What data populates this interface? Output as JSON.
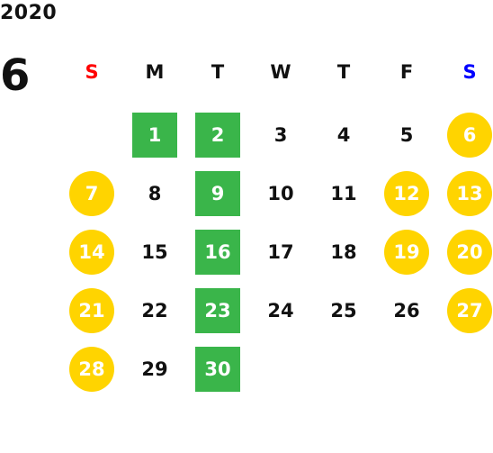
{
  "calendar": {
    "year": "2020",
    "month": "6",
    "weekdays": [
      {
        "label": "S",
        "color": "#ff0000"
      },
      {
        "label": "M",
        "color": "#111111"
      },
      {
        "label": "T",
        "color": "#111111"
      },
      {
        "label": "W",
        "color": "#111111"
      },
      {
        "label": "T",
        "color": "#111111"
      },
      {
        "label": "F",
        "color": "#111111"
      },
      {
        "label": "S",
        "color": "#0000ff"
      }
    ],
    "days": [
      {
        "d": "1",
        "style": "green"
      },
      {
        "d": "2",
        "style": "green"
      },
      {
        "d": "3",
        "style": ""
      },
      {
        "d": "4",
        "style": ""
      },
      {
        "d": "5",
        "style": ""
      },
      {
        "d": "6",
        "style": "yellow"
      },
      {
        "d": "7",
        "style": "yellow"
      },
      {
        "d": "8",
        "style": ""
      },
      {
        "d": "9",
        "style": "green"
      },
      {
        "d": "10",
        "style": ""
      },
      {
        "d": "11",
        "style": ""
      },
      {
        "d": "12",
        "style": "yellow"
      },
      {
        "d": "13",
        "style": "yellow"
      },
      {
        "d": "14",
        "style": "yellow"
      },
      {
        "d": "15",
        "style": ""
      },
      {
        "d": "16",
        "style": "green"
      },
      {
        "d": "17",
        "style": ""
      },
      {
        "d": "18",
        "style": ""
      },
      {
        "d": "19",
        "style": "yellow"
      },
      {
        "d": "20",
        "style": "yellow"
      },
      {
        "d": "21",
        "style": "yellow"
      },
      {
        "d": "22",
        "style": ""
      },
      {
        "d": "23",
        "style": "green"
      },
      {
        "d": "24",
        "style": ""
      },
      {
        "d": "25",
        "style": ""
      },
      {
        "d": "26",
        "style": ""
      },
      {
        "d": "27",
        "style": "yellow"
      },
      {
        "d": "28",
        "style": "yellow"
      },
      {
        "d": "29",
        "style": ""
      },
      {
        "d": "30",
        "style": "green"
      }
    ],
    "colors": {
      "green": "#3ab54a",
      "yellow": "#ffd400",
      "sunday": "#ff0000",
      "saturday": "#0000ff"
    }
  }
}
